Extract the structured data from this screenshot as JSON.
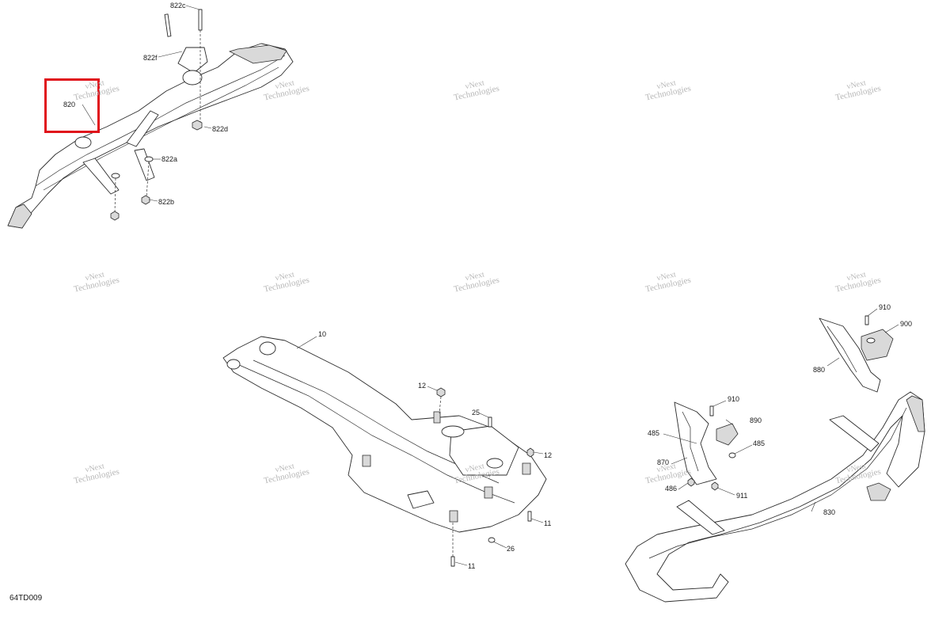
{
  "diagram_code": "64TD009",
  "watermark": {
    "line1": "vNext",
    "line2": "Technologies"
  },
  "highlight_color": "#e0121b",
  "labels": {
    "l820": "820",
    "l822a": "822a",
    "l822b": "822b",
    "l822c": "822c",
    "l822d": "822d",
    "l822f": "822f",
    "l10": "10",
    "l11a": "11",
    "l11b": "11",
    "l12a": "12",
    "l12b": "12",
    "l25": "25",
    "l26": "26",
    "l830": "830",
    "l870": "870",
    "l880": "880",
    "l885": "485",
    "l485b": "485",
    "l486": "486",
    "l890": "890",
    "l900": "900",
    "l910a": "910",
    "l910b": "910",
    "l911": "911"
  }
}
